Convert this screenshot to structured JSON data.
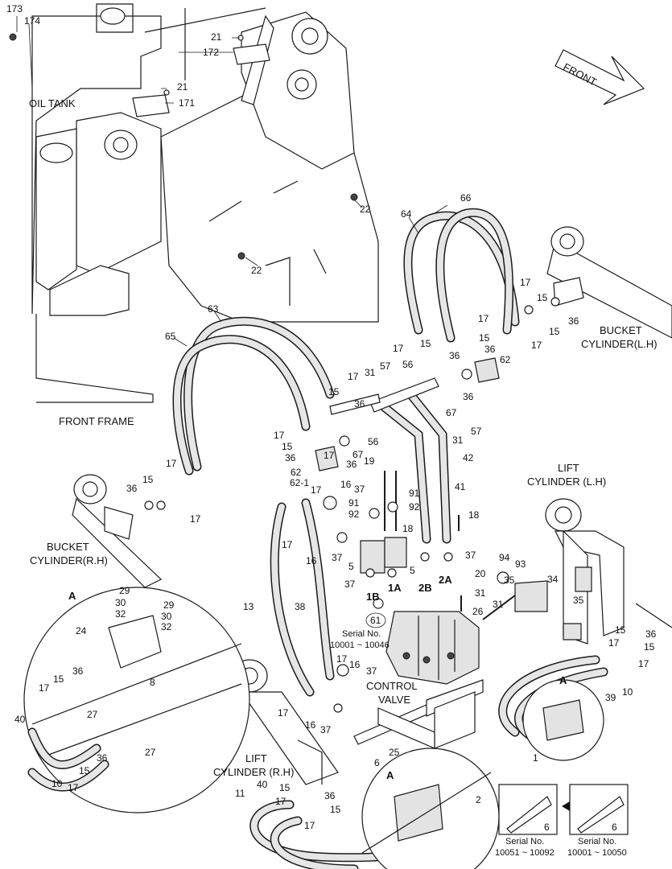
{
  "labels": {
    "oil_tank": "OIL TANK",
    "front_frame": "FRONT FRAME",
    "front_arrow": "FRONT",
    "bucket_lh_1": "BUCKET",
    "bucket_lh_2": "CYLINDER(L.H)",
    "bucket_rh_1": "BUCKET",
    "bucket_rh_2": "CYLINDER(R.H)",
    "lift_lh_1": "LIFT",
    "lift_lh_2": "CYLINDER (L.H)",
    "lift_rh_1": "LIFT",
    "lift_rh_2": "CYLINDER (R.H)",
    "control_1": "CONTROL",
    "control_2": "VALVE",
    "detail_a": "A",
    "port_1b": "1B",
    "port_1a": "1A",
    "port_2b": "2B",
    "port_2a": "2A",
    "serial_main_1": "Serial No.",
    "serial_main_2": "10001 ~ 10046",
    "serial_l_1": "Serial No.",
    "serial_l_2": "10051 ~ 10092",
    "serial_r_1": "Serial No.",
    "serial_r_2": "10001 ~ 10050"
  },
  "callouts": [
    {
      "id": "c173",
      "text": "173"
    },
    {
      "id": "c174",
      "text": "174"
    },
    {
      "id": "c21a",
      "text": "21"
    },
    {
      "id": "c172",
      "text": "172"
    },
    {
      "id": "c21b",
      "text": "21"
    },
    {
      "id": "c171",
      "text": "171"
    },
    {
      "id": "c22a",
      "text": "22"
    },
    {
      "id": "c22b",
      "text": "22"
    },
    {
      "id": "c66",
      "text": "66"
    },
    {
      "id": "c64",
      "text": "64"
    },
    {
      "id": "c63",
      "text": "63"
    },
    {
      "id": "c65",
      "text": "65"
    },
    {
      "id": "c17a",
      "text": "17"
    },
    {
      "id": "c17b",
      "text": "17"
    },
    {
      "id": "c15a",
      "text": "15"
    },
    {
      "id": "c15b",
      "text": "15"
    },
    {
      "id": "c36a",
      "text": "36"
    },
    {
      "id": "c17c",
      "text": "17"
    },
    {
      "id": "c15c",
      "text": "15"
    },
    {
      "id": "c36b",
      "text": "36"
    },
    {
      "id": "c62a",
      "text": "62"
    },
    {
      "id": "c36c",
      "text": "36"
    },
    {
      "id": "c17d",
      "text": "17"
    },
    {
      "id": "c15d",
      "text": "15"
    },
    {
      "id": "c36d",
      "text": "36"
    },
    {
      "id": "c57a",
      "text": "57"
    },
    {
      "id": "c31a",
      "text": "31"
    },
    {
      "id": "c56a",
      "text": "56"
    },
    {
      "id": "c17e",
      "text": "17"
    },
    {
      "id": "c15e",
      "text": "15"
    },
    {
      "id": "c36e",
      "text": "36"
    },
    {
      "id": "c67a",
      "text": "67"
    },
    {
      "id": "c31b",
      "text": "31"
    },
    {
      "id": "c57b",
      "text": "57"
    },
    {
      "id": "c17f",
      "text": "17"
    },
    {
      "id": "c15f",
      "text": "15"
    },
    {
      "id": "c36f",
      "text": "36"
    },
    {
      "id": "c56b",
      "text": "56"
    },
    {
      "id": "c62b",
      "text": "62"
    },
    {
      "id": "c36g",
      "text": "36"
    },
    {
      "id": "c67b",
      "text": "67"
    },
    {
      "id": "c19",
      "text": "19"
    },
    {
      "id": "c17g",
      "text": "17"
    },
    {
      "id": "c42",
      "text": "42"
    },
    {
      "id": "c62_1",
      "text": "62-1"
    },
    {
      "id": "c17h",
      "text": "17"
    },
    {
      "id": "c16a",
      "text": "16"
    },
    {
      "id": "c37a",
      "text": "37"
    },
    {
      "id": "c91a",
      "text": "91"
    },
    {
      "id": "c92a",
      "text": "92"
    },
    {
      "id": "c91b",
      "text": "91"
    },
    {
      "id": "c92b",
      "text": "92"
    },
    {
      "id": "c41",
      "text": "41"
    },
    {
      "id": "c18a",
      "text": "18"
    },
    {
      "id": "c18b",
      "text": "18"
    },
    {
      "id": "c17i",
      "text": "17"
    },
    {
      "id": "c15g",
      "text": "15"
    },
    {
      "id": "c36h",
      "text": "36"
    },
    {
      "id": "c17j",
      "text": "17"
    },
    {
      "id": "c17k",
      "text": "17"
    },
    {
      "id": "c16b",
      "text": "16"
    },
    {
      "id": "c37b",
      "text": "37"
    },
    {
      "id": "c5a",
      "text": "5"
    },
    {
      "id": "c5b",
      "text": "5"
    },
    {
      "id": "c37c",
      "text": "37"
    },
    {
      "id": "c37d",
      "text": "37"
    },
    {
      "id": "c94",
      "text": "94"
    },
    {
      "id": "c93",
      "text": "93"
    },
    {
      "id": "c34",
      "text": "34"
    },
    {
      "id": "c20",
      "text": "20"
    },
    {
      "id": "c31c",
      "text": "31"
    },
    {
      "id": "c35a",
      "text": "35"
    },
    {
      "id": "c31d",
      "text": "31"
    },
    {
      "id": "c35b",
      "text": "35"
    },
    {
      "id": "c13",
      "text": "13"
    },
    {
      "id": "c38",
      "text": "38"
    },
    {
      "id": "c61",
      "text": "61"
    },
    {
      "id": "c26",
      "text": "26"
    },
    {
      "id": "c29a",
      "text": "29"
    },
    {
      "id": "c30a",
      "text": "30"
    },
    {
      "id": "c32a",
      "text": "32"
    },
    {
      "id": "c29b",
      "text": "29"
    },
    {
      "id": "c30b",
      "text": "30"
    },
    {
      "id": "c32b",
      "text": "32"
    },
    {
      "id": "c24",
      "text": "24"
    },
    {
      "id": "c8",
      "text": "8"
    },
    {
      "id": "c15h",
      "text": "15"
    },
    {
      "id": "c36i",
      "text": "36"
    },
    {
      "id": "c17l",
      "text": "17"
    },
    {
      "id": "c40a",
      "text": "40"
    },
    {
      "id": "c27a",
      "text": "27"
    },
    {
      "id": "c27b",
      "text": "27"
    },
    {
      "id": "c36j",
      "text": "36"
    },
    {
      "id": "c15i",
      "text": "15"
    },
    {
      "id": "c10a",
      "text": "10"
    },
    {
      "id": "c17m",
      "text": "17"
    },
    {
      "id": "c17n",
      "text": "17"
    },
    {
      "id": "c16c",
      "text": "16"
    },
    {
      "id": "c37e",
      "text": "37"
    },
    {
      "id": "c17o",
      "text": "17"
    },
    {
      "id": "c16d",
      "text": "16"
    },
    {
      "id": "c37f",
      "text": "37"
    },
    {
      "id": "c15j",
      "text": "15"
    },
    {
      "id": "c36k",
      "text": "36"
    },
    {
      "id": "c17p",
      "text": "17"
    },
    {
      "id": "c15k",
      "text": "15"
    },
    {
      "id": "c17q",
      "text": "17"
    },
    {
      "id": "c39",
      "text": "39"
    },
    {
      "id": "c10b",
      "text": "10"
    },
    {
      "id": "c6a",
      "text": "6"
    },
    {
      "id": "c25",
      "text": "25"
    },
    {
      "id": "c1",
      "text": "1"
    },
    {
      "id": "c2",
      "text": "2"
    },
    {
      "id": "c11",
      "text": "11"
    },
    {
      "id": "c40b",
      "text": "40"
    },
    {
      "id": "c15l",
      "text": "15"
    },
    {
      "id": "c36l",
      "text": "36"
    },
    {
      "id": "c17r",
      "text": "17"
    },
    {
      "id": "c15m",
      "text": "15"
    },
    {
      "id": "c17s",
      "text": "17"
    },
    {
      "id": "c6b",
      "text": "6"
    },
    {
      "id": "c6c",
      "text": "6"
    }
  ]
}
